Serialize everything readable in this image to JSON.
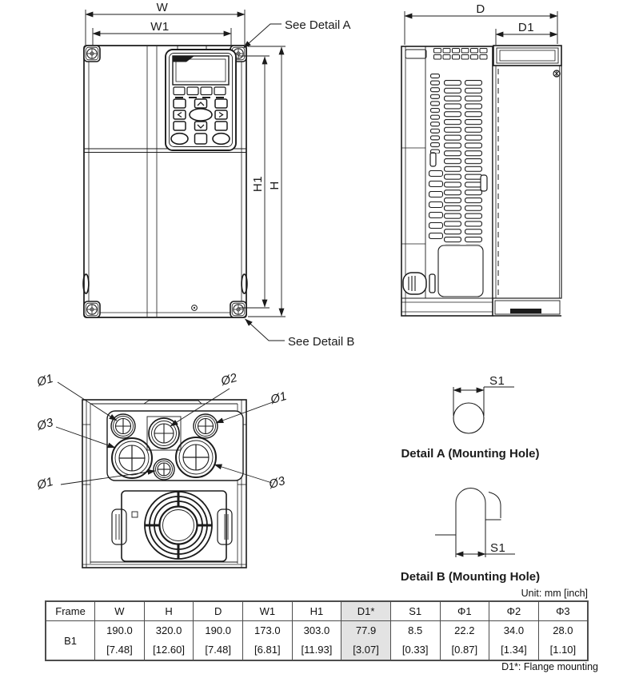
{
  "figure": {
    "front_view": {
      "dim_w": "W",
      "dim_w1": "W1",
      "dim_h": "H",
      "dim_h1": "H1",
      "see_detail_a": "See Detail A",
      "see_detail_b": "See Detail B"
    },
    "side_view": {
      "dim_d": "D",
      "dim_d1": "D1"
    },
    "bottom_view": {
      "dia1": "Ø1",
      "dia2": "Ø2",
      "dia3": "Ø3"
    },
    "detail_a": {
      "dim_s1": "S1",
      "caption": "Detail A (Mounting Hole)"
    },
    "detail_b": {
      "dim_s1": "S1",
      "caption": "Detail B (Mounting Hole)"
    }
  },
  "table": {
    "unit_note": "Unit: mm [inch]",
    "footnote": "D1*: Flange mounting",
    "headers": [
      "Frame",
      "W",
      "H",
      "D",
      "W1",
      "H1",
      "D1*",
      "S1",
      "Φ1",
      "Φ2",
      "Φ3"
    ],
    "row": {
      "frame": "B1",
      "values": [
        {
          "mm": "190.0",
          "inch": "[7.48]"
        },
        {
          "mm": "320.0",
          "inch": "[12.60]"
        },
        {
          "mm": "190.0",
          "inch": "[7.48]"
        },
        {
          "mm": "173.0",
          "inch": "[6.81]"
        },
        {
          "mm": "303.0",
          "inch": "[11.93]"
        },
        {
          "mm": "77.9",
          "inch": "[3.07]"
        },
        {
          "mm": "8.5",
          "inch": "[0.33]"
        },
        {
          "mm": "22.2",
          "inch": "[0.87]"
        },
        {
          "mm": "34.0",
          "inch": "[1.34]"
        },
        {
          "mm": "28.0",
          "inch": "[1.10]"
        }
      ]
    },
    "highlight_color": "#e3e3e3"
  },
  "colors": {
    "line": "#1b1b1b",
    "background": "#ffffff"
  }
}
